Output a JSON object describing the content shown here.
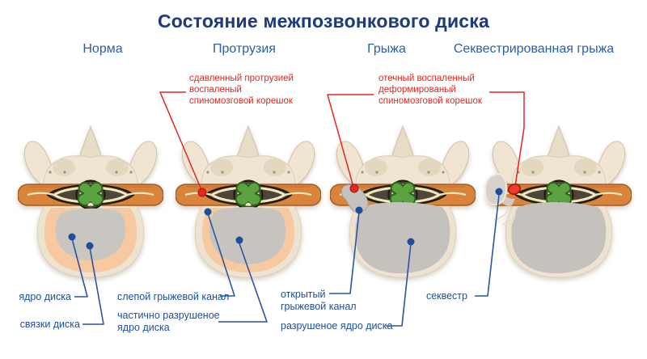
{
  "title": "Состояние межпозвонкового диска",
  "columns": [
    {
      "label": "Норма"
    },
    {
      "label": "Протрузия"
    },
    {
      "label": "Грыжа"
    },
    {
      "label": "Секвестрированная грыжа"
    }
  ],
  "red_annotations": [
    {
      "line1": "сдавленный протрузией",
      "line2": "воспаленый",
      "line3": "спиномозговой корешок"
    },
    {
      "line1": "отечный воспаленный",
      "line2": "деформированый",
      "line3": "спиномозговой корешок"
    }
  ],
  "labels": {
    "nucleus": "ядро диска",
    "ligaments": "связки диска",
    "blind_canal": "слепой грыжевой канал",
    "partially_destroyed_line1": "частично разрушеное",
    "partially_destroyed_line2": "ядро диска",
    "open_canal_line1": "открытый",
    "open_canal_line2": "грыжевой канал",
    "destroyed_nucleus": "разрушеное ядро диска",
    "sequester": "секвестр"
  },
  "colors": {
    "title": "#1d3a7d",
    "column_header": "#2d5da9",
    "red_annotation": "#e52620",
    "blue_label": "#1d4f9e",
    "disc_band_orange": "#d8843c",
    "spinal_cord_green": "#5aa33e",
    "bone": "#efe5d2",
    "nucleus_gray": "#c9c6c1",
    "annulus_peach": "#f7c9a0"
  }
}
